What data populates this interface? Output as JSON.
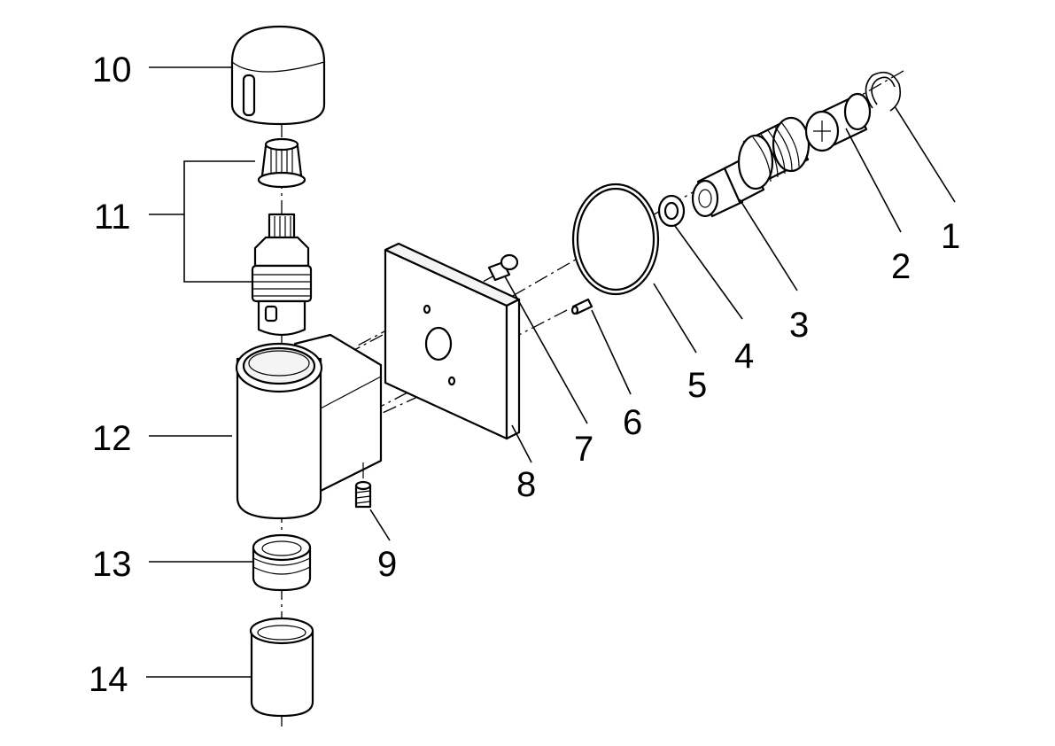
{
  "diagram": {
    "type": "exploded-parts-view",
    "parts": [
      {
        "id": "1",
        "label": "1"
      },
      {
        "id": "2",
        "label": "2"
      },
      {
        "id": "3",
        "label": "3"
      },
      {
        "id": "4",
        "label": "4"
      },
      {
        "id": "5",
        "label": "5"
      },
      {
        "id": "6",
        "label": "6"
      },
      {
        "id": "7",
        "label": "7"
      },
      {
        "id": "8",
        "label": "8"
      },
      {
        "id": "9",
        "label": "9"
      },
      {
        "id": "10",
        "label": "10"
      },
      {
        "id": "11",
        "label": "11"
      },
      {
        "id": "12",
        "label": "12"
      },
      {
        "id": "13",
        "label": "13"
      },
      {
        "id": "14",
        "label": "14"
      }
    ]
  }
}
